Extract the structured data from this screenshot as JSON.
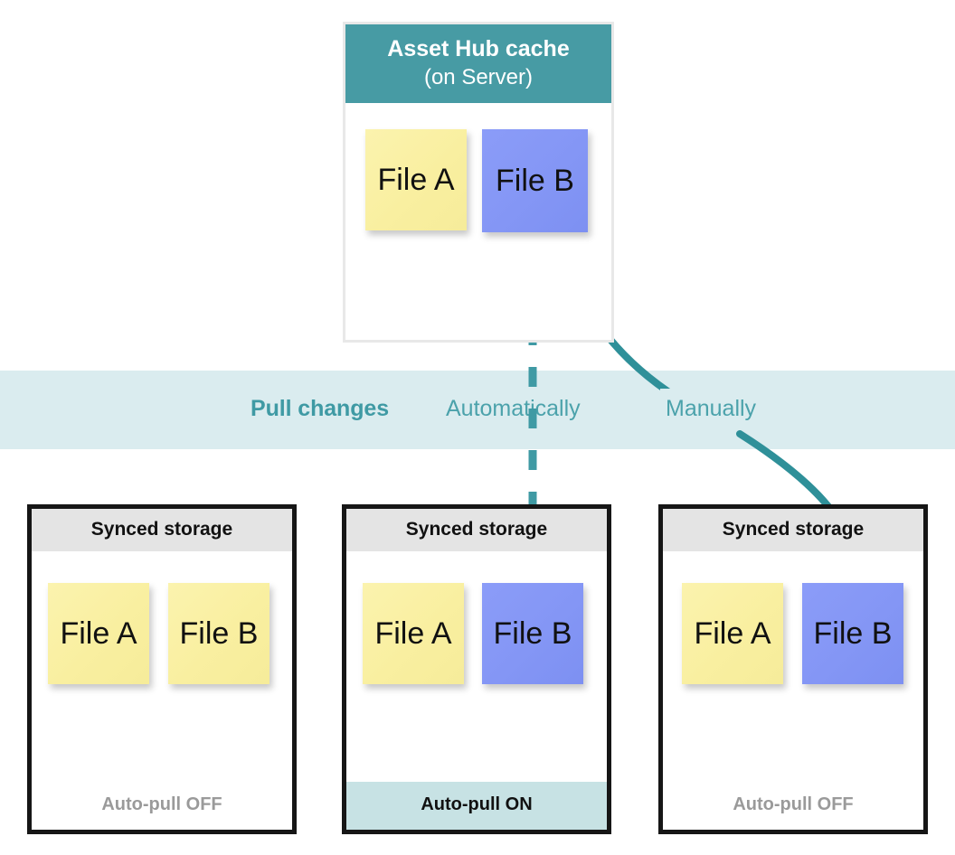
{
  "diagram": {
    "title": "Asset Hub cache pull-changes diagram",
    "colors": {
      "teal_header": "#479ba4",
      "band_background": "#daecef",
      "band_label": "#3f9aa4",
      "band_option": "#4ba2ab",
      "arrow": "#3f9aa4",
      "note_yellow": "#f9efa0",
      "note_blue": "#8496f5",
      "bottom_header": "#e4e4e4",
      "auto_pull_on_background": "#c7e2e4",
      "auto_pull_off_text": "#9a9a9a",
      "bottom_border": "#161616",
      "top_border": "#e8e8e8"
    }
  },
  "source": {
    "header_line1": "Asset Hub cache",
    "header_line2": "(on Server)",
    "notes": [
      {
        "label": "File A",
        "color": "yellow"
      },
      {
        "label": "File B",
        "color": "blue"
      }
    ]
  },
  "band": {
    "label": "Pull changes",
    "options": [
      {
        "label": "Automatically",
        "mode": "automatic"
      },
      {
        "label": "Manually",
        "mode": "manual"
      }
    ]
  },
  "targets": [
    {
      "header": "Synced storage",
      "footer": "Auto-pull OFF",
      "auto_pull": "off",
      "notes": [
        {
          "label": "File A",
          "color": "yellow"
        },
        {
          "label": "File B",
          "color": "yellow"
        }
      ]
    },
    {
      "header": "Synced storage",
      "footer": "Auto-pull ON",
      "auto_pull": "on",
      "notes": [
        {
          "label": "File A",
          "color": "yellow"
        },
        {
          "label": "File B",
          "color": "blue"
        }
      ]
    },
    {
      "header": "Synced storage",
      "footer": "Auto-pull OFF",
      "auto_pull": "off",
      "notes": [
        {
          "label": "File A",
          "color": "yellow"
        },
        {
          "label": "File B",
          "color": "blue"
        }
      ]
    }
  ],
  "connectors": [
    {
      "name": "automatic-dashed-arrow",
      "style": "dashed",
      "from": "source-file-b",
      "to": "target-2-file-b"
    },
    {
      "name": "manual-curved-arrow",
      "style": "solid-curved",
      "from": "source-file-b",
      "to": "target-3-file-b"
    }
  ]
}
